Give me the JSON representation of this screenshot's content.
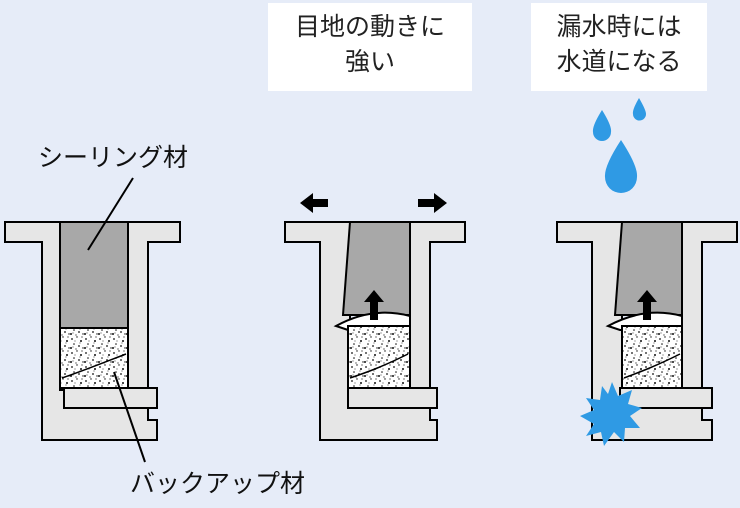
{
  "labels": {
    "sealant": "シーリング材",
    "backup": "バックアップ材"
  },
  "captions": {
    "middle": "目地の動きに\n強い",
    "right": "漏水時には\n水道になる"
  },
  "colors": {
    "background": "#e6ecf8",
    "channel_fill": "#e6e6e6",
    "sealant_fill": "#a8a8a8",
    "water": "#2f9ae4",
    "outline": "#000000"
  },
  "icons": {
    "move_left": "arrow-left-icon",
    "move_right": "arrow-right-icon",
    "push_up": "arrow-up-icon",
    "drop": "water-drop-icon",
    "leak": "leak-burst-icon"
  }
}
